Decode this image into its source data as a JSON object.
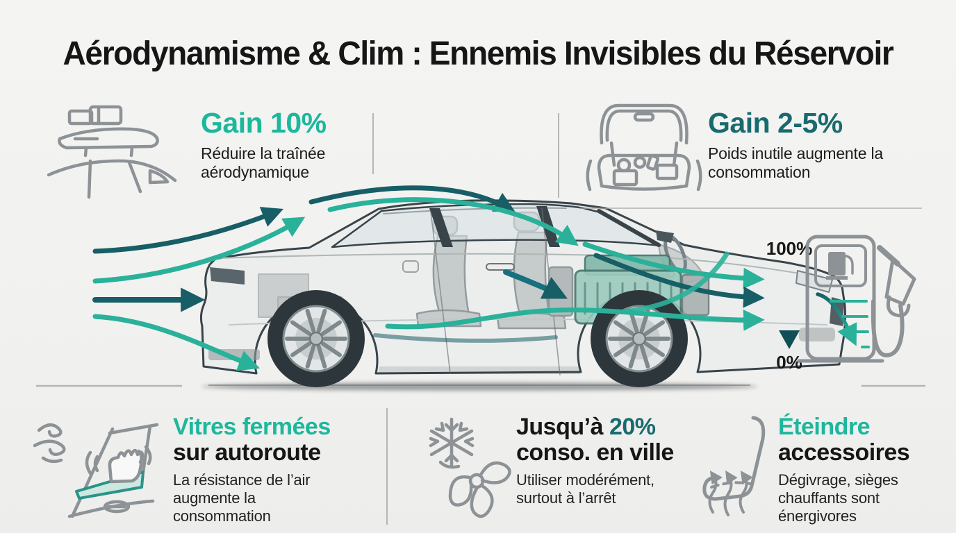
{
  "title": "Aérodynamisme & Clim : Ennemis Invisibles du Réservoir",
  "features": {
    "roof_box": {
      "stat": "Gain 10%",
      "desc": "Réduire la traînée aérodynamique"
    },
    "trunk": {
      "stat": "Gain 2-5%",
      "desc": "Poids inutile augmente la consommation"
    },
    "windows": {
      "accent": "Vitres fermées",
      "rest": "sur autoroute",
      "desc": "La résistance de l’air augmente la consommation"
    },
    "climate": {
      "prefix": "Jusqu’à ",
      "accent": "20%",
      "rest": "conso. en ville",
      "desc": "Utiliser modérément, surtout à l’arrêt"
    },
    "accessories": {
      "accent": "Éteindre",
      "rest": "accessoires",
      "desc": "Dégivrage, sièges chauffants sont énergivores"
    }
  },
  "gauge": {
    "full_label": "100%",
    "empty_label": "0%"
  },
  "icons": {
    "top_left": "roof-cargo-box-icon",
    "top_right": "loaded-trunk-icon",
    "bottom_left": "open-window-hand-icon",
    "bottom_center": "snowflake-fan-icon",
    "bottom_right": "heated-seat-icon",
    "right": "fuel-pump-icon"
  },
  "colors": {
    "accent_teal": "#1db79c",
    "deep_teal": "#186a6e",
    "arrow_teal": "#2ab19a",
    "arrow_dark": "#175e66",
    "icon_gray": "#8d9296",
    "text": "#161616",
    "background": "#f2f2f0"
  }
}
